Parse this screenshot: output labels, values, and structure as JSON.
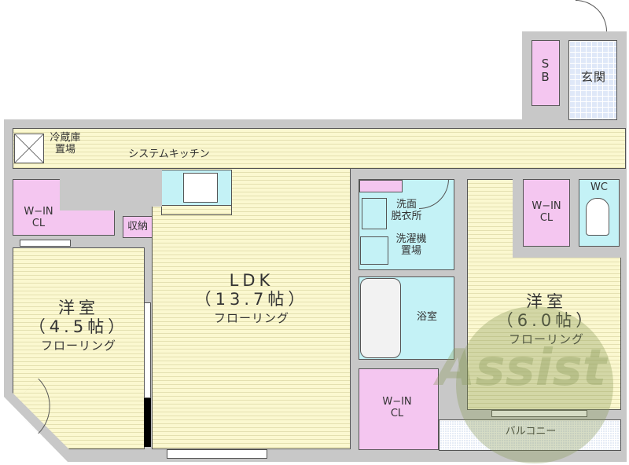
{
  "floorplan": {
    "entrance": "玄関",
    "shoe_box": "S\nB",
    "fridge_space": [
      "冷蔵庫",
      "置場"
    ],
    "system_kitchen": "システムキッチン",
    "storage": "収納",
    "wic_left": [
      "W−IN",
      "CL"
    ],
    "wic_right": [
      "W−IN",
      "CL"
    ],
    "wic_bottom": [
      "W−IN",
      "CL"
    ],
    "wc": "WC",
    "washroom": [
      "洗面",
      "脱衣所"
    ],
    "washer_space": [
      "洗濯機",
      "置場"
    ],
    "bathroom": "浴室",
    "ldk": {
      "name": "LDK",
      "size": "（13.7帖）",
      "floor": "フローリング"
    },
    "western_room_1": {
      "name": "洋室",
      "size": "（4.5帖）",
      "floor": "フローリング"
    },
    "western_room_2": {
      "name": "洋室",
      "size": "（6.0帖）",
      "floor": "フローリング"
    },
    "balcony": "バルコニー",
    "watermark": "Assist"
  },
  "colors": {
    "floor": "#fbf8d0",
    "closet": "#f4c6f0",
    "wet_area": "#c4f2f6",
    "wall": "#c8c8c8",
    "entrance_tile": "#dfe8f8"
  }
}
